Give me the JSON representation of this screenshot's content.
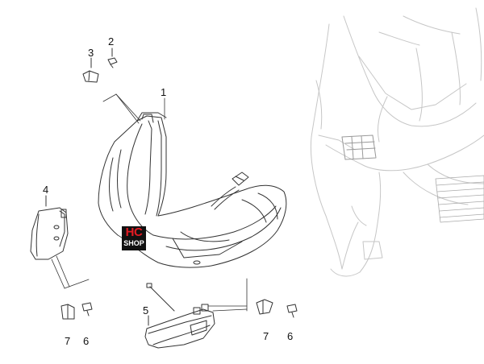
{
  "callouts": {
    "c1": "1",
    "c2": "2",
    "c3": "3",
    "c4": "4",
    "c5": "5",
    "c6a": "6",
    "c6b": "6",
    "c7a": "7",
    "c7b": "7"
  },
  "watermark": {
    "line1": "HC",
    "line2": "SHOP"
  },
  "colors": {
    "ink": "#333333",
    "ghost": "#c8c8c8",
    "accent": "#e31b23"
  }
}
